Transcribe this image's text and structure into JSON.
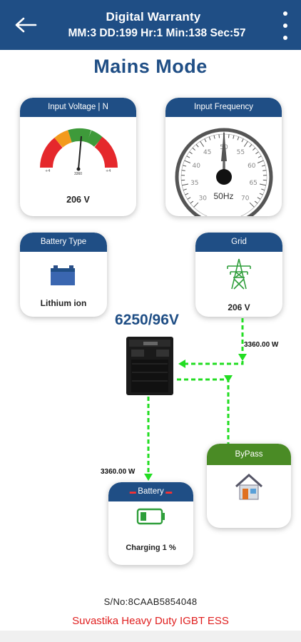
{
  "header": {
    "title": "Digital Warranty",
    "subtitle": "MM:3 DD:199 Hr:1 Min:138 Sec:57"
  },
  "page_title": "Mains Mode",
  "cards": {
    "input_voltage": {
      "title": "Input Voltage | N",
      "value": "206 V",
      "gauge_small": "3360",
      "level_fraction": 0.52
    },
    "input_frequency": {
      "title": "Input Frequency",
      "value": "50Hz",
      "ticks": [
        "30",
        "35",
        "40",
        "45",
        "50",
        "55",
        "60",
        "65",
        "70"
      ]
    },
    "battery_type": {
      "title": "Battery Type",
      "value": "Lithium ion"
    },
    "grid": {
      "title": "Grid",
      "value": "206 V"
    },
    "battery": {
      "title": "Battery",
      "status": "Charging 1 %"
    },
    "bypass": {
      "title": "ByPass"
    }
  },
  "inverter": {
    "rating": "6250/96V"
  },
  "flows": {
    "grid_watts": "3360.00  W",
    "battery_watts": "3360.00  W"
  },
  "footer": {
    "serial": "S/No:8CAAB5854048",
    "product": "Suvastika Heavy Duty IGBT ESS"
  },
  "colors": {
    "primary": "#1f4e85",
    "bypass": "#4a8b25",
    "flow": "#22dd22",
    "product": "#e02020"
  }
}
